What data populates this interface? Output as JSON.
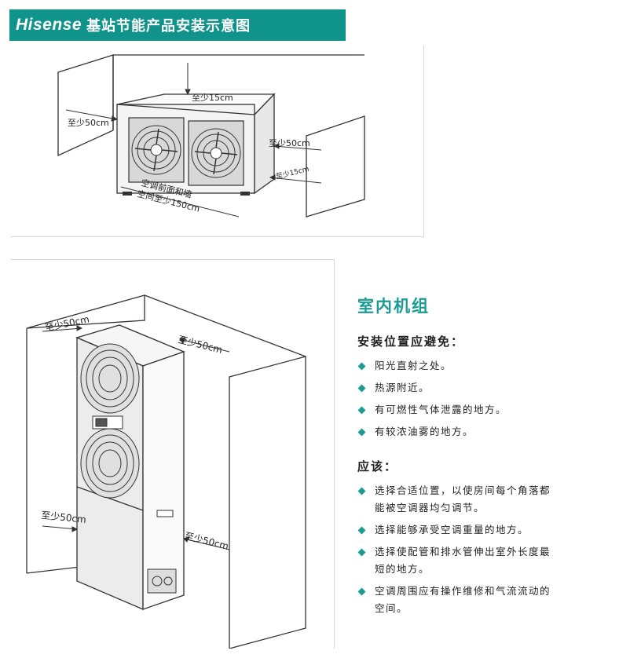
{
  "header": {
    "brand": "Hisense",
    "title": "基站节能产品安装示意图"
  },
  "top_figure": {
    "label_top": "至少15cm",
    "label_left": "至少50cm",
    "label_right": "至少50cm",
    "label_side": "至少15cm",
    "label_front_1": "空调前面和墙",
    "label_front_2": "空间至少150cm"
  },
  "bottom_figure": {
    "label_top_left": "至少50cm",
    "label_top_right": "至少50cm",
    "label_bottom_left": "至少50cm",
    "label_bottom_right": "至少50cm"
  },
  "panel": {
    "title": "室内机组",
    "avoid_heading": "安装位置应避免：",
    "avoid_items": [
      "阳光直射之处。",
      "热源附近。",
      "有可燃性气体泄露的地方。",
      "有较浓油雾的地方。"
    ],
    "should_heading": "应该：",
    "should_items": [
      {
        "line1": "选择合适位置，以使房间每个角落都",
        "line2": "能被空调器均匀调节。"
      },
      {
        "line1": "选择能够承受空调重量的地方。",
        "line2": ""
      },
      {
        "line1": "选择使配管和排水管伸出室外长度最",
        "line2": "短的地方。"
      },
      {
        "line1": "空调周围应有操作维修和气流流动的",
        "line2": "空间。"
      }
    ]
  },
  "colors": {
    "accent": "#10938a",
    "text": "#222222"
  }
}
